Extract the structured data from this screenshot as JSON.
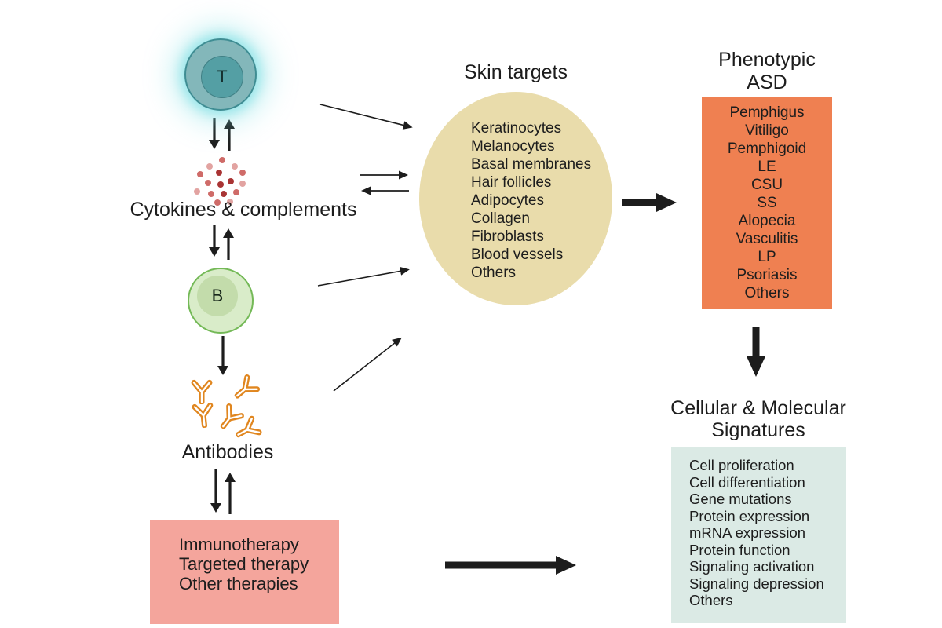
{
  "diagram": {
    "t_cell": {
      "label": "T"
    },
    "b_cell": {
      "label": "B"
    },
    "cytokines_label": "Cytokines & complements",
    "antibodies_label": "Antibodies",
    "therapy_box": {
      "items": [
        "Immunotherapy",
        "Targeted therapy",
        "Other therapies"
      ]
    },
    "skin_targets": {
      "title": "Skin targets",
      "items": [
        "Keratinocytes",
        "Melanocytes",
        "Basal membranes",
        "Hair follicles",
        "Adipocytes",
        "Collagen",
        "Fibroblasts",
        "Blood vessels",
        "Others"
      ]
    },
    "phenotypic_asd": {
      "title_lines": [
        "Phenotypic",
        "ASD"
      ],
      "items": [
        "Pemphigus",
        "Vitiligo",
        "Pemphigoid",
        "LE",
        "CSU",
        "SS",
        "Alopecia",
        "Vasculitis",
        "LP",
        "Psoriasis",
        "Others"
      ]
    },
    "signatures": {
      "title_lines": [
        "Cellular & Molecular",
        "Signatures"
      ],
      "items": [
        "Cell proliferation",
        "Cell differentiation",
        "Gene mutations",
        "Protein expression",
        "mRNA expression",
        "Protein function",
        "Signaling activation",
        "Signaling depression",
        "Others"
      ]
    }
  },
  "colors": {
    "text_color": "#1d1d1d",
    "arrow_color": "#1d1d1d",
    "t_cell_outer": "#83b7ba",
    "t_cell_inner": "#549fa4",
    "t_cell_border": "#3f8d93",
    "t_cell_glow": "#7edfe4",
    "b_cell_outer": "#d9ecc9",
    "b_cell_inner": "#c3dcab",
    "b_cell_border": "#74b957",
    "cytokine_dot_dark": "#a93434",
    "cytokine_dot_mid": "#cf6b68",
    "cytokine_dot_light": "#e2a3a1",
    "antibody_orange": "#e0861f",
    "skin_circle_fill": "#e9dcab",
    "asd_box_fill": "#ef8051",
    "therapy_box_fill": "#f4a59c",
    "signatures_box_fill": "#dbeae5"
  }
}
